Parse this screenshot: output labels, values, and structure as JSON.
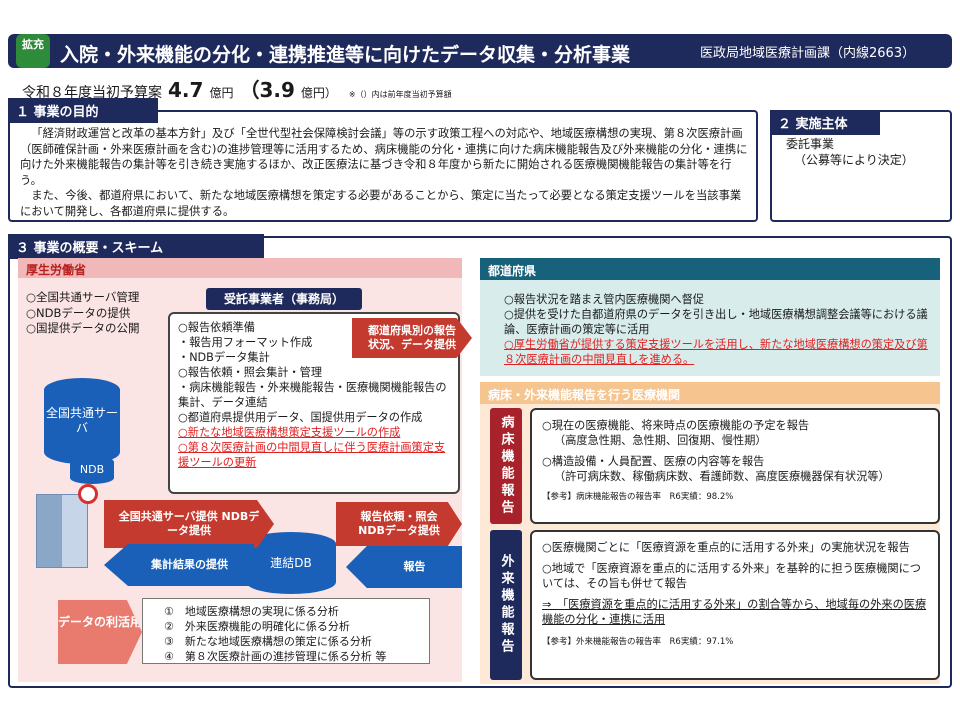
{
  "header": {
    "badge": "拡充",
    "title": "入院・外来機能の分化・連携推進等に向けたデータ収集・分析事業",
    "dept": "医政局地域医療計画課（内線2663）"
  },
  "budget": {
    "label": "令和８年度当初予算案",
    "amount": "4.7",
    "unit": "億円",
    "prev": "（3.9",
    "prev_unit": "億円）",
    "note": "※（）内は前年度当初予算額"
  },
  "purpose": {
    "title": "１ 事業の目的",
    "para1": "「経済財政運営と改革の基本方針」及び「全世代型社会保障検討会議」等の示す政策工程への対応や、地域医療構想の実現、第８次医療計画（医師確保計画・外来医療計画を含む)の進捗管理等に活用するため、病床機能の分化・連携に向けた病床機能報告及び外来機能の分化・連携に向けた外来機能報告の集計等を引き続き実施するほか、改正医療法に基づき令和８年度から新たに開始される医療機関機能報告の集計等を行う。",
    "para2": "また、今後、都道府県において、新たな地域医療構想を策定する必要があることから、策定に当たって必要となる策定支援ツールを当該事業において開発し、各都道府県に提供する。"
  },
  "implementer": {
    "title": "２ 実施主体",
    "line1": "委託事業",
    "line2": "（公募等により決定）"
  },
  "scheme": {
    "title": "３ 事業の概要・スキーム",
    "mhlw": {
      "title": "厚生労働省",
      "items": [
        "○全国共通サーバ管理",
        "○NDBデータの提供",
        "○国提供データの公開"
      ]
    },
    "contractor": {
      "title": "受託事業者（事務局）",
      "items": [
        "○報告依頼準備",
        "・報告用フォーマット作成",
        "・NDBデータ集計",
        "○報告依頼・照会集計・管理",
        "・病床機能報告・外来機能報告・医療機関機能報告の集計、データ連結",
        "○都道府県提供用データ、国提供用データの作成"
      ],
      "red_items": [
        "○新たな地域医療構想策定支援ツールの作成",
        "○第８次医療計画の中間見直しに伴う医療計画策定支援ツールの更新"
      ]
    },
    "server": "全国共通サーバ",
    "ndb": "NDB",
    "db": "連結DB",
    "arrows": {
      "to_pref": "都道府県別の報告状況、データ提供",
      "server_ndb": "全国共通サーバ提供 NDBデータ提供",
      "report_request": "報告依頼・照会 NDBデータ提供",
      "aggregate": "集計結果の提供",
      "report": "報告"
    },
    "use": {
      "label": "データの利活用",
      "items": [
        "①　地域医療構想の実現に係る分析",
        "②　外来医療機能の明確化に係る分析",
        "③　新たな地域医療構想の策定に係る分析",
        "④　第８次医療計画の進捗管理に係る分析 等"
      ]
    },
    "prefecture": {
      "title": "都道府県",
      "items": [
        "○報告状況を踏まえ管内医療機関へ督促",
        "○提供を受けた自都道府県のデータを引き出し・地域医療構想調整会議等における議論、医療計画の策定等に活用"
      ],
      "red_item": "○厚生労働省が提供する策定支援ツールを活用し、新たな地域医療構想の策定及び第８次医療計画の中間見直しを進める。"
    },
    "institutions": {
      "title": "病床・外来機能報告を行う医療機関",
      "bed": {
        "side": "病床機能報告",
        "item1": "○現在の医療機能、将来時点の医療機能の予定を報告",
        "item1b": "（高度急性期、急性期、回復期、慢性期）",
        "item2": "○構造設備・人員配置、医療の内容等を報告",
        "item2b": "（許可病床数、稼働病床数、看護師数、高度医療機器保有状況等）",
        "ref": "【参考】病床機能報告の報告率　R6実績：98.2%"
      },
      "outpatient": {
        "side": "外来機能報告",
        "item1": "○医療機関ごとに「医療資源を重点的に活用する外来」の実施状況を報告",
        "item2": "○地域で「医療資源を重点的に活用する外来」を基幹的に担う医療機関については、その旨も併せて報告",
        "item3": "⇒　「医療資源を重点的に活用する外来」の割合等から、地域毎の外来の医療機能の分化・連携に活用",
        "ref": "【参考】外来機能報告の報告率　R6実績：97.1%"
      }
    }
  }
}
